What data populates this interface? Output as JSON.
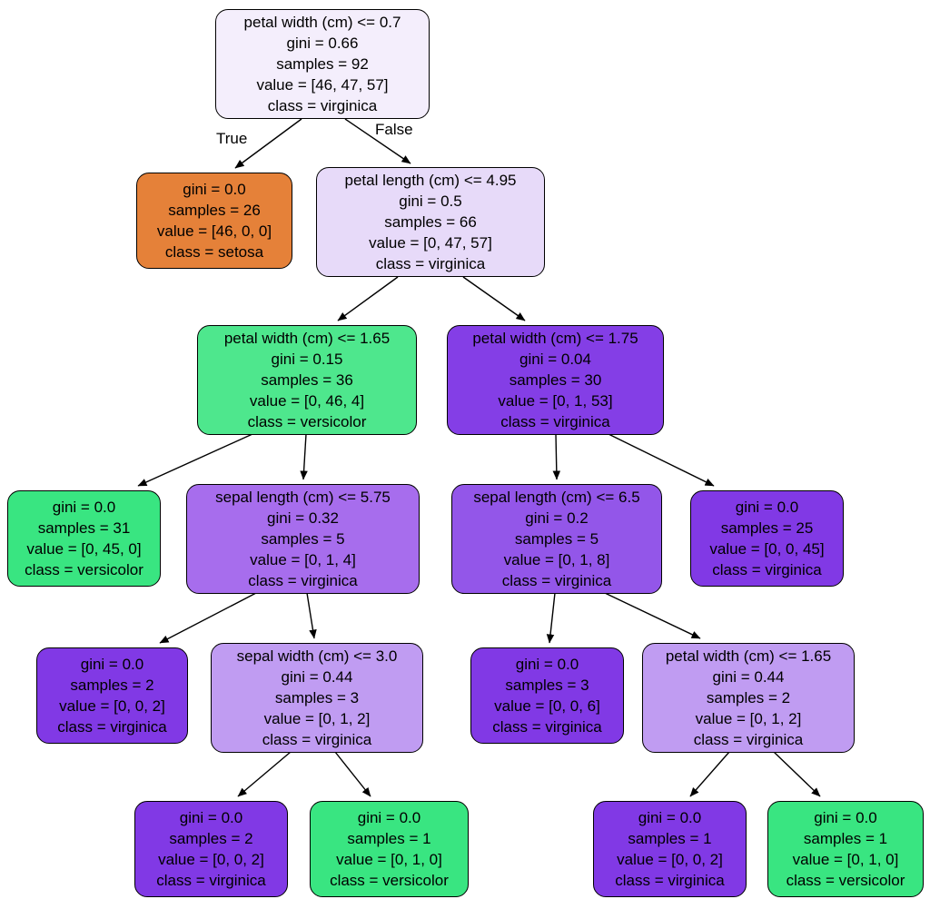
{
  "diagram_type": "decision-tree",
  "edge_labels": {
    "true": "True",
    "false": "False"
  },
  "class_colors": {
    "setosa": "#e58139",
    "versicolor": "#39e581",
    "virginica": "#8139e5"
  },
  "nodes": [
    {
      "condition": "petal width (cm) <= 0.7",
      "gini": "gini = 0.66",
      "samples": "samples = 92",
      "value": "value = [46, 47, 57]",
      "class": "class = virginica",
      "fill": "#f4eefc"
    },
    {
      "gini": "gini = 0.0",
      "samples": "samples = 26",
      "value": "value = [46, 0, 0]",
      "class": "class = setosa",
      "fill": "#e58139"
    },
    {
      "condition": "petal length (cm) <= 4.95",
      "gini": "gini = 0.5",
      "samples": "samples = 66",
      "value": "value = [0, 47, 57]",
      "class": "class = virginica",
      "fill": "#e7daf9"
    },
    {
      "condition": "petal width (cm) <= 1.65",
      "gini": "gini = 0.15",
      "samples": "samples = 36",
      "value": "value = [0, 46, 4]",
      "class": "class = versicolor",
      "fill": "#4ee78d"
    },
    {
      "condition": "petal width (cm) <= 1.75",
      "gini": "gini = 0.04",
      "samples": "samples = 30",
      "value": "value = [0, 1, 53]",
      "class": "class = virginica",
      "fill": "#843ee6"
    },
    {
      "gini": "gini = 0.0",
      "samples": "samples = 31",
      "value": "value = [0, 45, 0]",
      "class": "class = versicolor",
      "fill": "#39e581"
    },
    {
      "condition": "sepal length (cm) <= 5.75",
      "gini": "gini = 0.32",
      "samples": "samples = 5",
      "value": "value = [0, 1, 4]",
      "class": "class = virginica",
      "fill": "#a76ded"
    },
    {
      "condition": "sepal length (cm) <= 6.5",
      "gini": "gini = 0.2",
      "samples": "samples = 5",
      "value": "value = [0, 1, 8]",
      "class": "class = virginica",
      "fill": "#9356e9"
    },
    {
      "gini": "gini = 0.0",
      "samples": "samples = 25",
      "value": "value = [0, 0, 45]",
      "class": "class = virginica",
      "fill": "#8139e5"
    },
    {
      "gini": "gini = 0.0",
      "samples": "samples = 2",
      "value": "value = [0, 0, 2]",
      "class": "class = virginica",
      "fill": "#8139e5"
    },
    {
      "condition": "sepal width (cm) <= 3.0",
      "gini": "gini = 0.44",
      "samples": "samples = 3",
      "value": "value = [0, 1, 2]",
      "class": "class = virginica",
      "fill": "#c09cf2"
    },
    {
      "gini": "gini = 0.0",
      "samples": "samples = 3",
      "value": "value = [0, 0, 6]",
      "class": "class = virginica",
      "fill": "#8139e5"
    },
    {
      "condition": "petal width (cm) <= 1.65",
      "gini": "gini = 0.44",
      "samples": "samples = 2",
      "value": "value = [0, 1, 2]",
      "class": "class = virginica",
      "fill": "#c09cf2"
    },
    {
      "gini": "gini = 0.0",
      "samples": "samples = 2",
      "value": "value = [0, 0, 2]",
      "class": "class = virginica",
      "fill": "#8139e5"
    },
    {
      "gini": "gini = 0.0",
      "samples": "samples = 1",
      "value": "value = [0, 1, 0]",
      "class": "class = versicolor",
      "fill": "#39e581"
    },
    {
      "gini": "gini = 0.0",
      "samples": "samples = 1",
      "value": "value = [0, 0, 2]",
      "class": "class = virginica",
      "fill": "#8139e5"
    },
    {
      "gini": "gini = 0.0",
      "samples": "samples = 1",
      "value": "value = [0, 1, 0]",
      "class": "class = versicolor",
      "fill": "#39e581"
    }
  ]
}
